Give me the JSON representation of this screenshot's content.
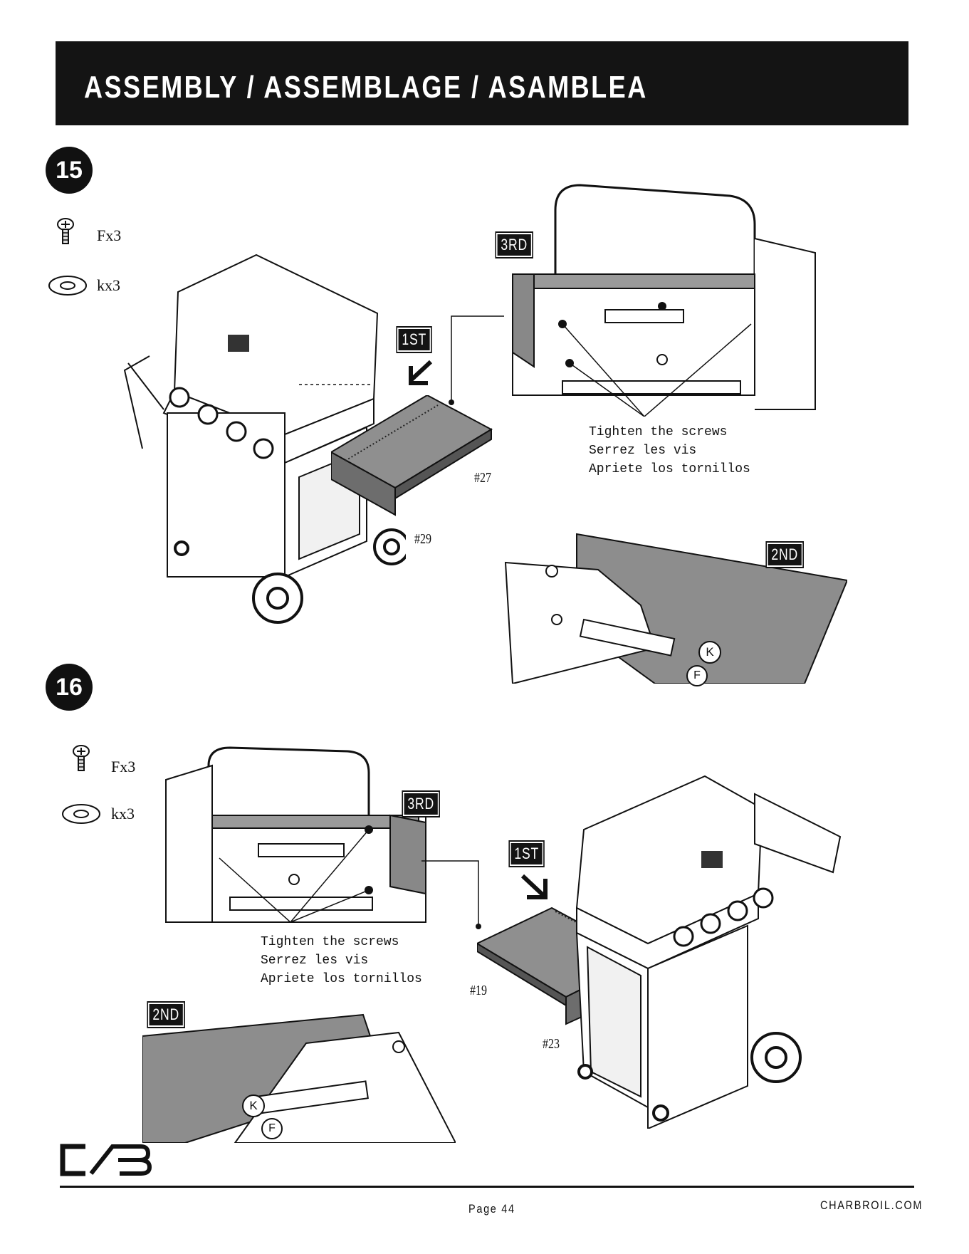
{
  "header": {
    "title": "ASSEMBLY / ASSEMBLAGE / ASAMBLEA"
  },
  "step15": {
    "number": "15",
    "hardware": [
      {
        "icon": "screw-icon",
        "label": "Fx3"
      },
      {
        "icon": "washer-icon",
        "label": "kx3"
      }
    ],
    "tags": {
      "first": "1ST",
      "second": "2ND",
      "third": "3RD"
    },
    "parts": {
      "shelf": "#27",
      "bracket": "#29"
    },
    "instruction": {
      "en": "Tighten the screws",
      "fr": "Serrez les vis",
      "es": "Apriete los tornillos"
    },
    "callouts": {
      "k": "K",
      "f": "F"
    }
  },
  "step16": {
    "number": "16",
    "hardware": [
      {
        "icon": "screw-icon",
        "label": "Fx3"
      },
      {
        "icon": "washer-icon",
        "label": "kx3"
      }
    ],
    "tags": {
      "first": "1ST",
      "second": "2ND",
      "third": "3RD"
    },
    "parts": {
      "shelf": "#19",
      "bracket": "#23"
    },
    "instruction": {
      "en": "Tighten the screws",
      "fr": "Serrez les vis",
      "es": "Apriete los tornillos"
    },
    "callouts": {
      "k": "K",
      "f": "F"
    }
  },
  "footer": {
    "page": "Page 44",
    "site": "CHARBROIL.COM"
  }
}
